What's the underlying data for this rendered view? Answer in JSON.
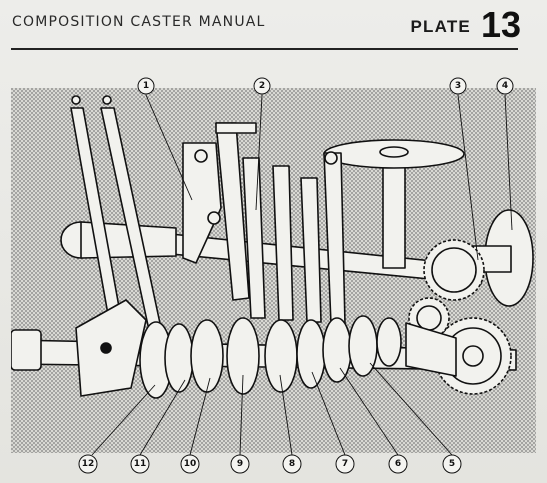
{
  "header": {
    "title": "COMPOSITION CASTER MANUAL",
    "plate_label": "PLATE",
    "plate_number": "13"
  },
  "callouts": {
    "top": [
      "1",
      "2",
      "3",
      "4"
    ],
    "bottom": [
      "12",
      "11",
      "10",
      "9",
      "8",
      "7",
      "6",
      "5"
    ]
  },
  "colors": {
    "paper": "#e6e6e1",
    "ink": "#111111",
    "stipple": "#8a8a8a",
    "metal": "#f2f2ee"
  }
}
